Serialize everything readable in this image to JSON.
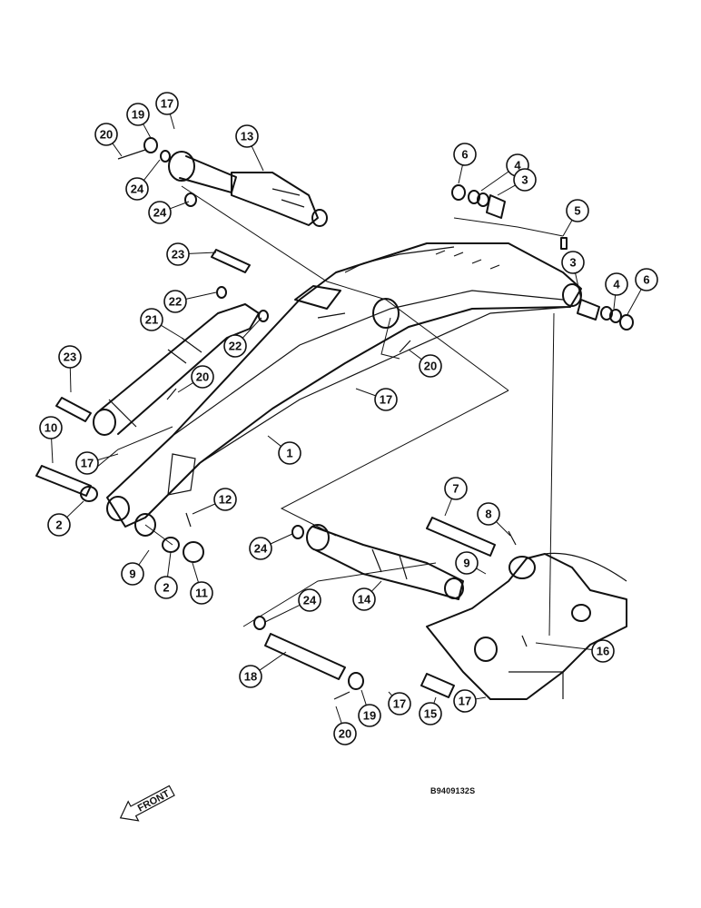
{
  "diagram": {
    "drawing_number": "B9409132S",
    "front_label": "FRONT",
    "callouts": [
      {
        "label": "20"
      },
      {
        "label": "19"
      },
      {
        "label": "17"
      },
      {
        "label": "13"
      },
      {
        "label": "24"
      },
      {
        "label": "24"
      },
      {
        "label": "6"
      },
      {
        "label": "4"
      },
      {
        "label": "3"
      },
      {
        "label": "5"
      },
      {
        "label": "23"
      },
      {
        "label": "22"
      },
      {
        "label": "21"
      },
      {
        "label": "22"
      },
      {
        "label": "3"
      },
      {
        "label": "4"
      },
      {
        "label": "6"
      },
      {
        "label": "23"
      },
      {
        "label": "20"
      },
      {
        "label": "20"
      },
      {
        "label": "17"
      },
      {
        "label": "10"
      },
      {
        "label": "17"
      },
      {
        "label": "1"
      },
      {
        "label": "2"
      },
      {
        "label": "12"
      },
      {
        "label": "7"
      },
      {
        "label": "8"
      },
      {
        "label": "9"
      },
      {
        "label": "24"
      },
      {
        "label": "9"
      },
      {
        "label": "2"
      },
      {
        "label": "11"
      },
      {
        "label": "14"
      },
      {
        "label": "24"
      },
      {
        "label": "16"
      },
      {
        "label": "18"
      },
      {
        "label": "17"
      },
      {
        "label": "17"
      },
      {
        "label": "19"
      },
      {
        "label": "15"
      },
      {
        "label": "20"
      }
    ]
  }
}
